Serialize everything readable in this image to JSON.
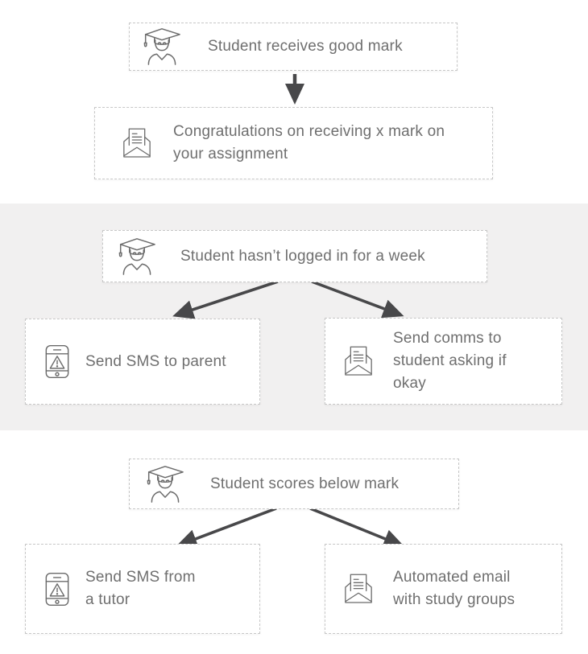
{
  "colors": {
    "background": "#ffffff",
    "section_band": "#f1f0f0",
    "box_background": "#ffffff",
    "box_border_dashed": "#c7c7c7",
    "text": "#6f6f6f",
    "arrow": "#48484a",
    "icon_stroke": "#6b6b6b"
  },
  "sections": [
    {
      "name": "good-mark-flow",
      "trigger": {
        "icon": "graduate-student-icon",
        "label": "Student receives good mark"
      },
      "actions": [
        {
          "icon": "open-envelope-icon",
          "label": "Congratulations on receiving x mark on your assignment"
        }
      ]
    },
    {
      "name": "inactivity-flow",
      "trigger": {
        "icon": "graduate-student-icon",
        "label": "Student hasn’t logged in for a week"
      },
      "actions": [
        {
          "icon": "phone-alert-icon",
          "label": "Send SMS to parent"
        },
        {
          "icon": "open-envelope-icon",
          "label": "Send comms to student asking if okay"
        }
      ]
    },
    {
      "name": "low-score-flow",
      "trigger": {
        "icon": "graduate-student-icon",
        "label": "Student scores below mark"
      },
      "actions": [
        {
          "icon": "phone-alert-icon",
          "label": "Send SMS from a tutor"
        },
        {
          "icon": "open-envelope-icon",
          "label": "Automated email with study groups"
        }
      ]
    }
  ]
}
